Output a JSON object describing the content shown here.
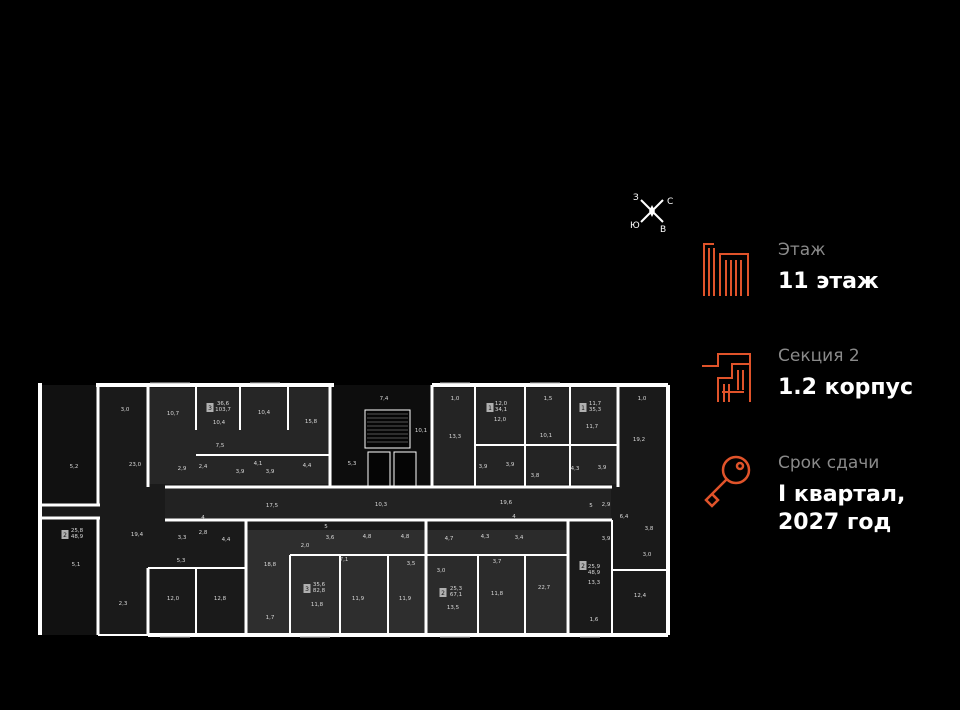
{
  "info": {
    "floor": {
      "label": "Этаж",
      "value": "11 этаж",
      "icon": "floor-icon"
    },
    "section": {
      "label": "Секция 2",
      "value": "1.2 корпус",
      "icon": "section-icon"
    },
    "deadline": {
      "label": "Срок сдачи",
      "value_line1": "I квартал,",
      "value_line2": "2027 год",
      "icon": "key-icon"
    }
  },
  "compass": {
    "north": "С",
    "east": "В",
    "south": "Ю",
    "west": "З"
  },
  "colors": {
    "accent": "#e0532a",
    "background": "#000000",
    "plan_fill": "#1c1c1c",
    "apartment_fill": "#2b2b2b",
    "wall": "#ffffff",
    "muted_text": "#8a8a8a"
  },
  "room_labels": [
    {
      "t": "3,0"
    },
    {
      "t": "10,7"
    },
    {
      "t": "36,6"
    },
    {
      "t": "103,7"
    },
    {
      "t": "10,4"
    },
    {
      "t": "10,4"
    },
    {
      "t": "15,8"
    },
    {
      "t": "7,4"
    },
    {
      "t": "10,1"
    },
    {
      "t": "1,0"
    },
    {
      "t": "12,0"
    },
    {
      "t": "34,1"
    },
    {
      "t": "12,0"
    },
    {
      "t": "1,5"
    },
    {
      "t": "11,7"
    },
    {
      "t": "35,3"
    },
    {
      "t": "1,0"
    },
    {
      "t": "13,3"
    },
    {
      "t": "10,1"
    },
    {
      "t": "11,7"
    },
    {
      "t": "19,2"
    },
    {
      "t": "5,2"
    },
    {
      "t": "23,0"
    },
    {
      "t": "7,5"
    },
    {
      "t": "2,9"
    },
    {
      "t": "2,4"
    },
    {
      "t": "3,9"
    },
    {
      "t": "4,1"
    },
    {
      "t": "3,9"
    },
    {
      "t": "4,4"
    },
    {
      "t": "5,3"
    },
    {
      "t": "3,9"
    },
    {
      "t": "3,9"
    },
    {
      "t": "3,8"
    },
    {
      "t": "4,3"
    },
    {
      "t": "3,9"
    },
    {
      "t": "17,5"
    },
    {
      "t": "10,3"
    },
    {
      "t": "19,6"
    },
    {
      "t": "2,9"
    },
    {
      "t": "6,4"
    },
    {
      "t": "25,8"
    },
    {
      "t": "48,9"
    },
    {
      "t": "19,4"
    },
    {
      "t": "3,3"
    },
    {
      "t": "2,8"
    },
    {
      "t": "4,4"
    },
    {
      "t": "2,0"
    },
    {
      "t": "3,6"
    },
    {
      "t": "4,8"
    },
    {
      "t": "4,8"
    },
    {
      "t": "4,7"
    },
    {
      "t": "4,3"
    },
    {
      "t": "3,4"
    },
    {
      "t": "3,8"
    },
    {
      "t": "5,1"
    },
    {
      "t": "5,3"
    },
    {
      "t": "18,8"
    },
    {
      "t": "7,1"
    },
    {
      "t": "3,5"
    },
    {
      "t": "3,0"
    },
    {
      "t": "3,7"
    },
    {
      "t": "3,9"
    },
    {
      "t": "3,0"
    },
    {
      "t": "25,9"
    },
    {
      "t": "48,9"
    },
    {
      "t": "12,0"
    },
    {
      "t": "12,8"
    },
    {
      "t": "35,6"
    },
    {
      "t": "82,8"
    },
    {
      "t": "11,9"
    },
    {
      "t": "11,9"
    },
    {
      "t": "25,3"
    },
    {
      "t": "67,1"
    },
    {
      "t": "11,8"
    },
    {
      "t": "22,7"
    },
    {
      "t": "13,3"
    },
    {
      "t": "12,4"
    },
    {
      "t": "2,3"
    },
    {
      "t": "1,7"
    },
    {
      "t": "11,8"
    },
    {
      "t": "13,5"
    },
    {
      "t": "1,6"
    },
    {
      "t": "5"
    },
    {
      "t": "4"
    },
    {
      "t": "4"
    },
    {
      "t": "5"
    }
  ],
  "room_badges": [
    {
      "t": "3"
    },
    {
      "t": "1"
    },
    {
      "t": "1"
    },
    {
      "t": "2"
    },
    {
      "t": "2"
    },
    {
      "t": "3"
    },
    {
      "t": "2"
    }
  ]
}
